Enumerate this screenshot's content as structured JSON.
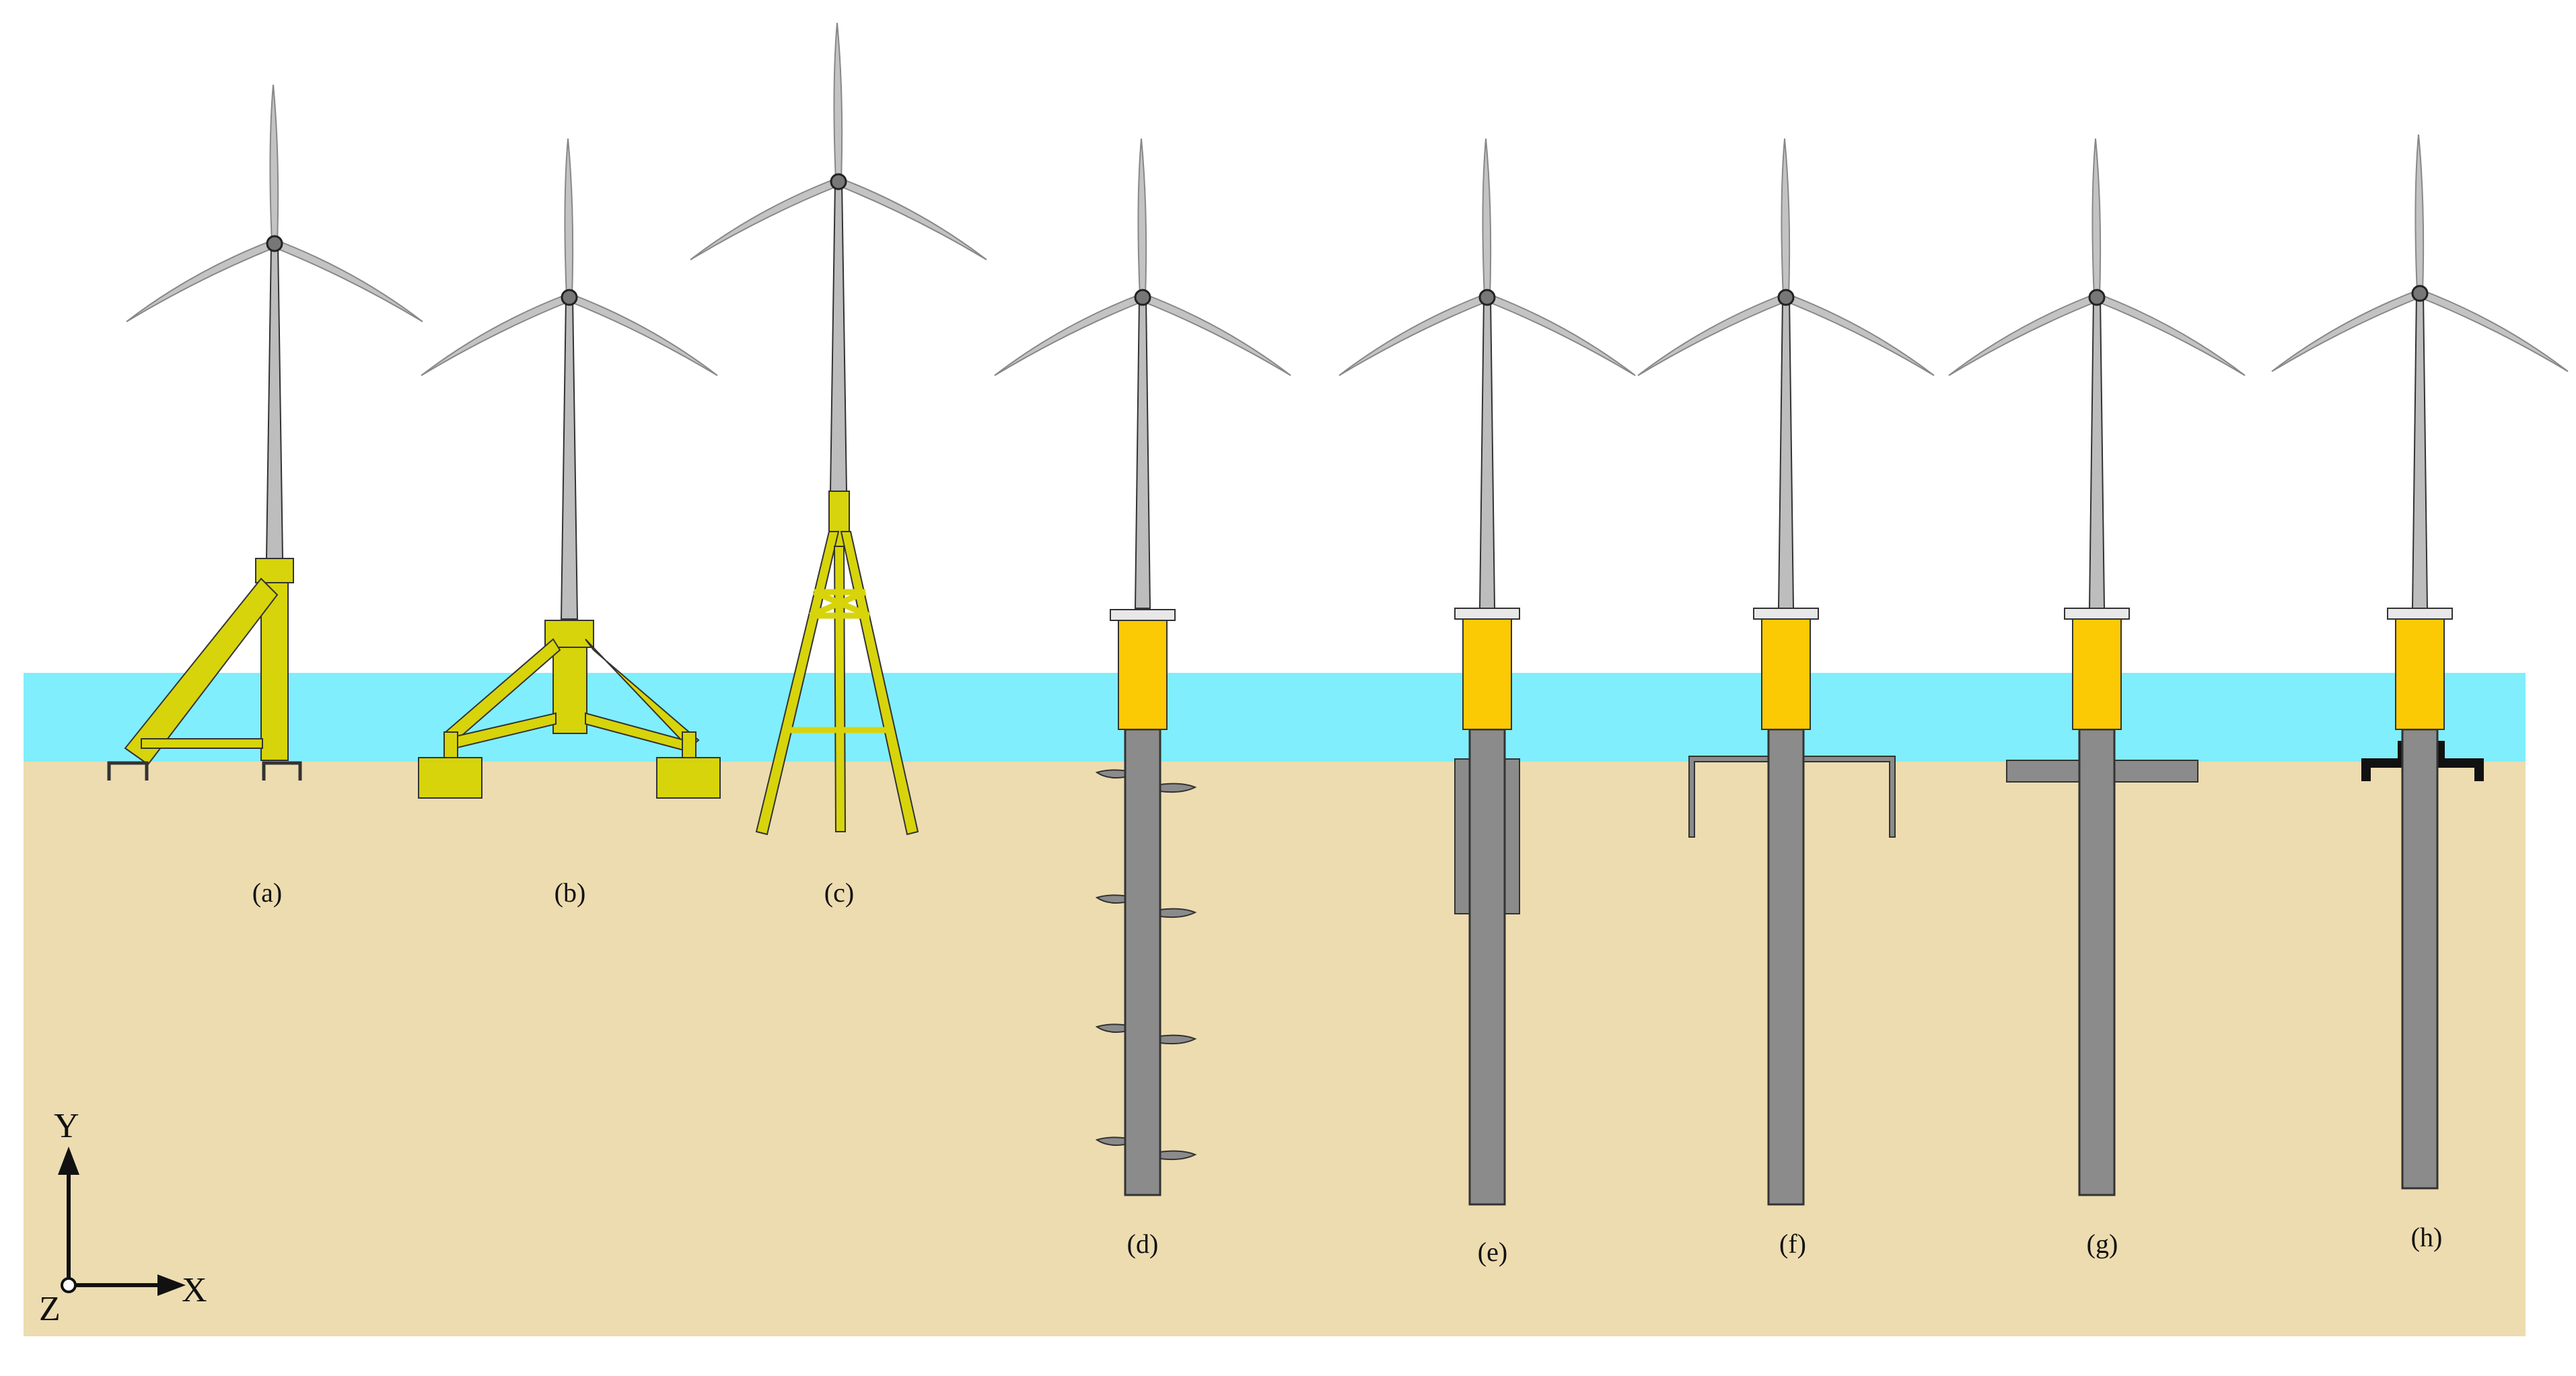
{
  "colors": {
    "background": "#ffffff",
    "water": "#80eefc",
    "seabed": "#eddcb0",
    "tower": "#bdbdbd",
    "blade": "#c3c3c3",
    "foundation_yellow": "#d7d40c",
    "transition_piece": "#fcc905",
    "pile": "#8b8b8b",
    "outline": "#333333",
    "coupler_dark": "#111111"
  },
  "captions": {
    "a": "(a)",
    "b": "(b)",
    "c": "(c)",
    "d": "(d)",
    "e": "(e)",
    "f": "(f)",
    "g": "(g)",
    "h": "(h)"
  },
  "axes": {
    "y": "Y",
    "x": "X",
    "z": "Z"
  }
}
